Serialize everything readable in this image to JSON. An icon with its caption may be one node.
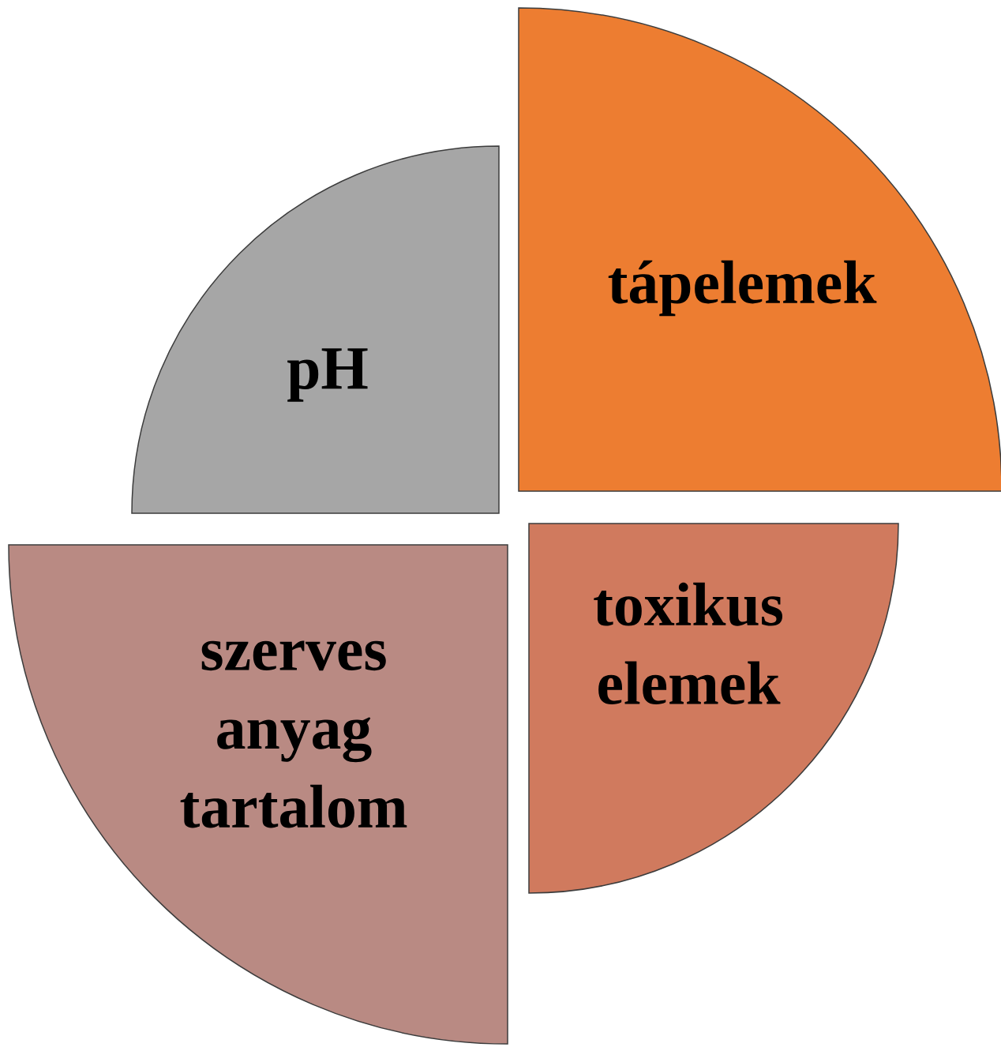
{
  "diagram": {
    "nodes": [
      {
        "text": [
          "pH"
        ]
      },
      {
        "text": [
          "tápelemek"
        ]
      },
      {
        "text": [
          "szerves anyag tartalom"
        ]
      },
      {
        "text": [
          "toxikus elemek"
        ]
      }
    ]
  }
}
